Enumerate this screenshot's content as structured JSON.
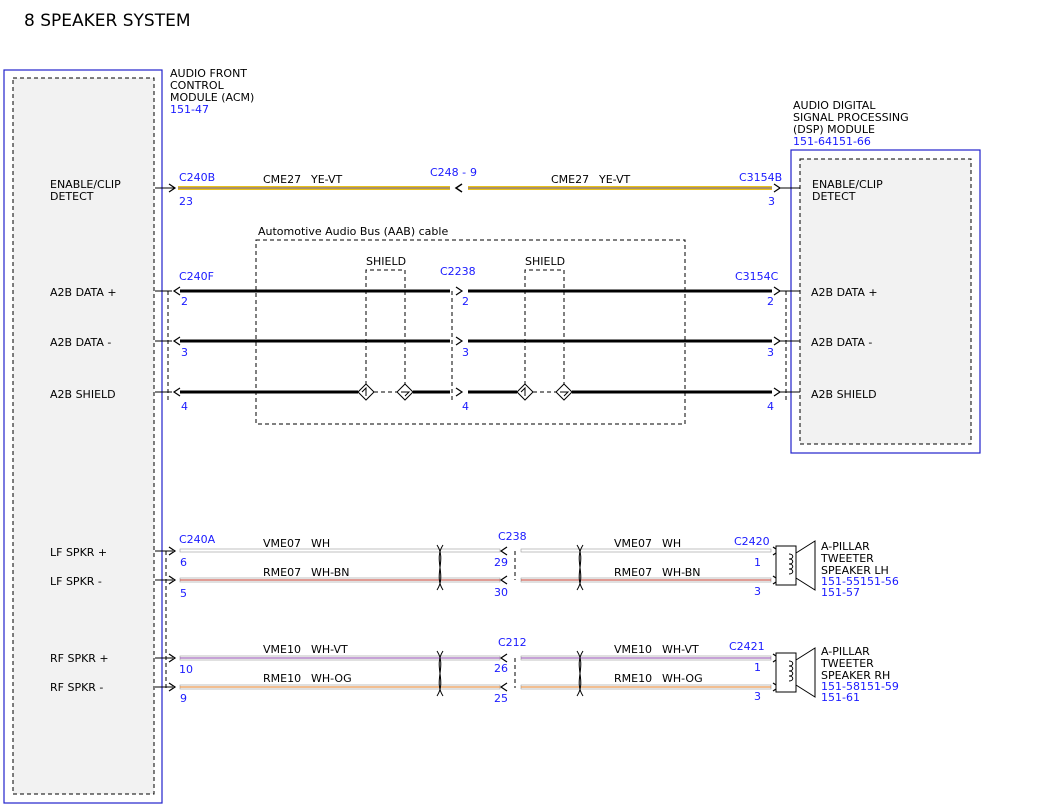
{
  "title": "8 SPEAKER SYSTEM",
  "acm": {
    "name_lines": [
      "AUDIO FRONT",
      "CONTROL",
      "MODULE (ACM)"
    ],
    "ref": "151-47",
    "pins": {
      "enable": [
        "ENABLE/CLIP",
        "DETECT"
      ],
      "a2b_plus": "A2B DATA +",
      "a2b_minus": "A2B DATA -",
      "a2b_shield": "A2B SHIELD",
      "lf_plus": "LF SPKR +",
      "lf_minus": "LF SPKR -",
      "rf_plus": "RF SPKR +",
      "rf_minus": "RF SPKR -"
    }
  },
  "dsp": {
    "name_lines": [
      "AUDIO DIGITAL",
      "SIGNAL PROCESSING",
      "(DSP) MODULE"
    ],
    "ref": "151-64151-66",
    "pins": {
      "enable": [
        "ENABLE/CLIP",
        "DETECT"
      ],
      "a2b_plus": "A2B DATA +",
      "a2b_minus": "A2B DATA -",
      "a2b_shield": "A2B SHIELD"
    }
  },
  "connectors": {
    "c240b": "C240B",
    "c240b_pin": "23",
    "c248": "C248 -",
    "c248_pin": "9",
    "c3154b": "C3154B",
    "c3154b_pin": "3",
    "c240f": "C240F",
    "c2238": "C2238",
    "c3154c": "C3154C",
    "c240a": "C240A",
    "c238": "C238",
    "c2420": "C2420",
    "c212": "C212",
    "c2421": "C2421"
  },
  "wires": {
    "cme27": "CME27",
    "ye_vt": "YE-VT",
    "vme07": "VME07",
    "wh": "WH",
    "rme07": "RME07",
    "wh_bn": "WH-BN",
    "vme10": "VME10",
    "wh_vt": "WH-VT",
    "rme10": "RME10",
    "wh_og": "WH-OG"
  },
  "aab_cable": "Automotive Audio Bus (AAB) cable",
  "shield": "SHIELD",
  "pins": {
    "p2": "2",
    "p3": "3",
    "p4": "4",
    "p6": "6",
    "p5": "5",
    "p29": "29",
    "p30": "30",
    "p1": "1",
    "p10": "10",
    "p9": "9",
    "p26": "26",
    "p25": "25"
  },
  "lh_tweeter": {
    "name_lines": [
      "A-PILLAR",
      "TWEETER",
      "SPEAKER LH"
    ],
    "refs": [
      "151-55151-56",
      "151-57"
    ]
  },
  "rh_tweeter": {
    "name_lines": [
      "A-PILLAR",
      "TWEETER",
      "SPEAKER RH"
    ],
    "refs": [
      "151-58151-59",
      "151-61"
    ]
  }
}
